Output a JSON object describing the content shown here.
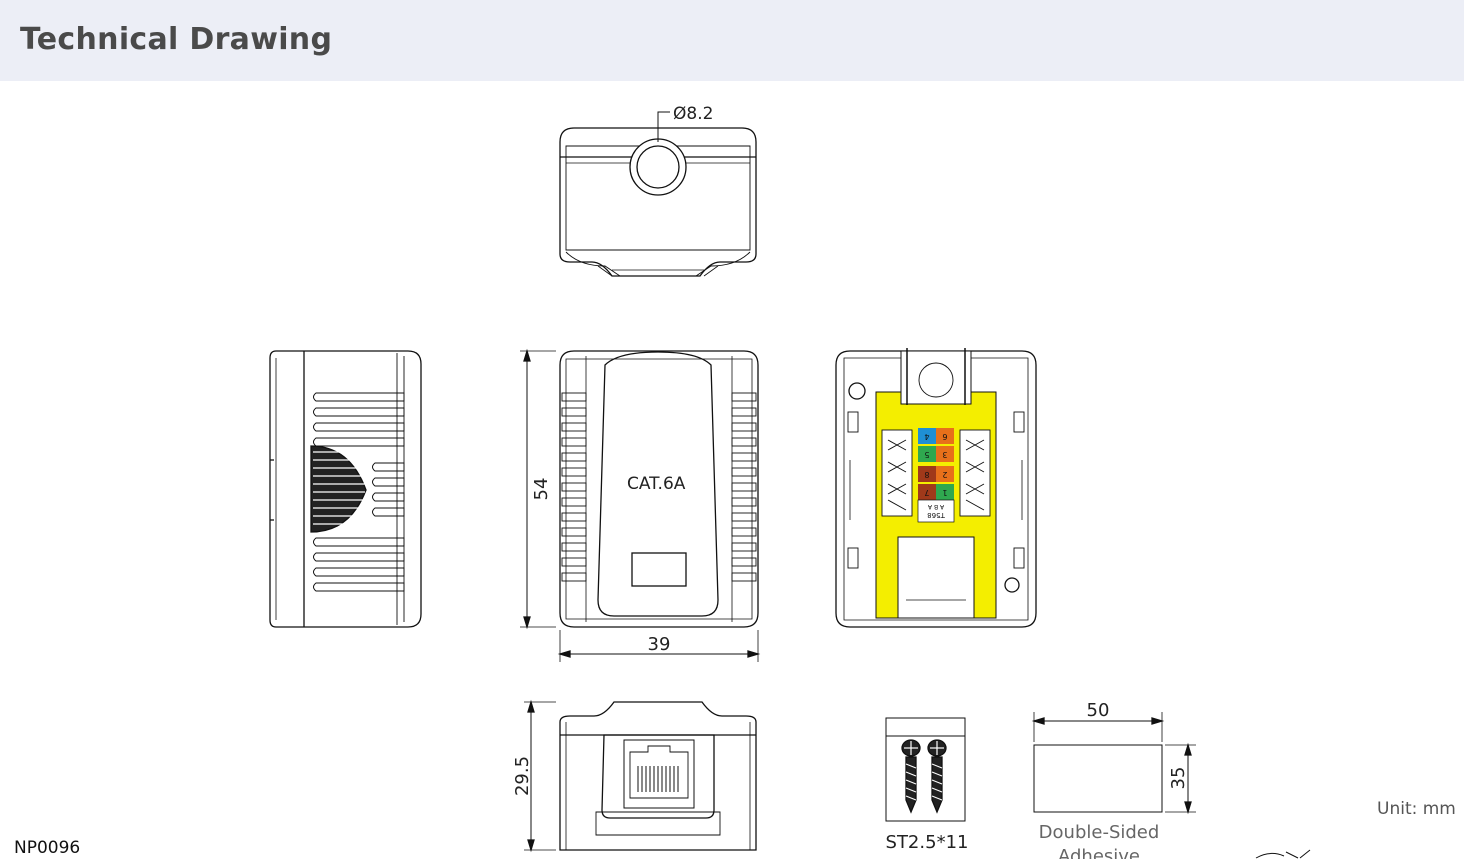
{
  "header": {
    "title": "Technical Drawing"
  },
  "drawing": {
    "model_code": "NP0096",
    "unit": "Unit: mm",
    "cable_hole_dia": "Ø8.2",
    "front_label": "CAT.6A",
    "dim_height": "54",
    "dim_width": "39",
    "dim_depth": "29.5",
    "screw_label": "ST2.5*11",
    "adhesive_width": "50",
    "adhesive_height": "35",
    "adhesive_label_1": "Double-Sided",
    "adhesive_label_2": "Adhesive",
    "wiring_standard": "T568",
    "wiring_ab": "A B A",
    "pins_top": [
      "4",
      "6"
    ],
    "pins_mid": [
      "5",
      "3"
    ],
    "pins_low": [
      "8",
      "2"
    ],
    "pins_bot": [
      "7",
      "1"
    ],
    "colors": {
      "yellow": "#f4ee00",
      "blue": "#1f8fd4",
      "green": "#2fa84f",
      "orange": "#e8701a",
      "brown": "#a0391a"
    }
  }
}
